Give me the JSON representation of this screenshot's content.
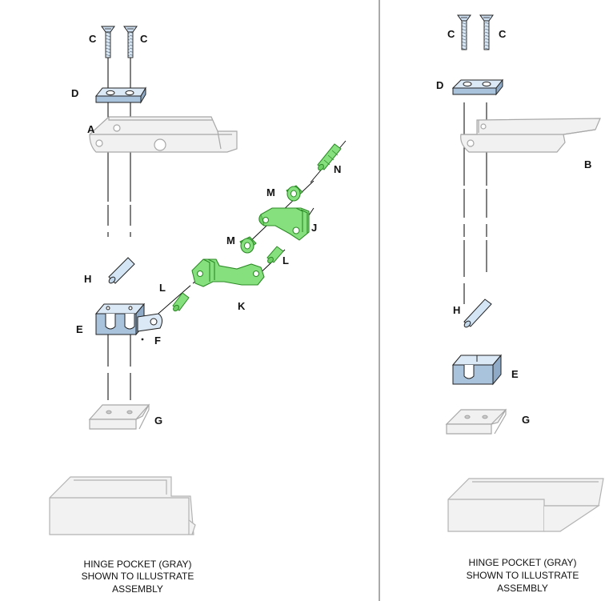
{
  "colors": {
    "outline": "#222222",
    "gray_fill": "#f1f1f1",
    "gray_stroke": "#aaaaaa",
    "blue_fill": "#cfe0f2",
    "green_fill": "#86e07e",
    "green_stroke": "#2c8a26",
    "line": "#000000"
  },
  "left": {
    "labels": {
      "screw1": "C",
      "screw2": "C",
      "plate": "D",
      "hinge": "A",
      "pin_n": "N",
      "m_upper": "M",
      "link_j": "J",
      "m_lower": "M",
      "l_right": "L",
      "pin_h": "H",
      "l_left": "L",
      "link_k": "K",
      "block": "E",
      "f": "F",
      "base": "G"
    },
    "caption": [
      "HINGE POCKET (GRAY)",
      "SHOWN TO ILLUSTRATE",
      "ASSEMBLY"
    ]
  },
  "right": {
    "labels": {
      "screw1": "C",
      "screw2": "C",
      "plate": "D",
      "hinge": "B",
      "pin_h": "H",
      "block": "E",
      "base": "G"
    },
    "caption": [
      "HINGE POCKET (GRAY)",
      "SHOWN TO ILLUSTRATE",
      "ASSEMBLY"
    ]
  }
}
